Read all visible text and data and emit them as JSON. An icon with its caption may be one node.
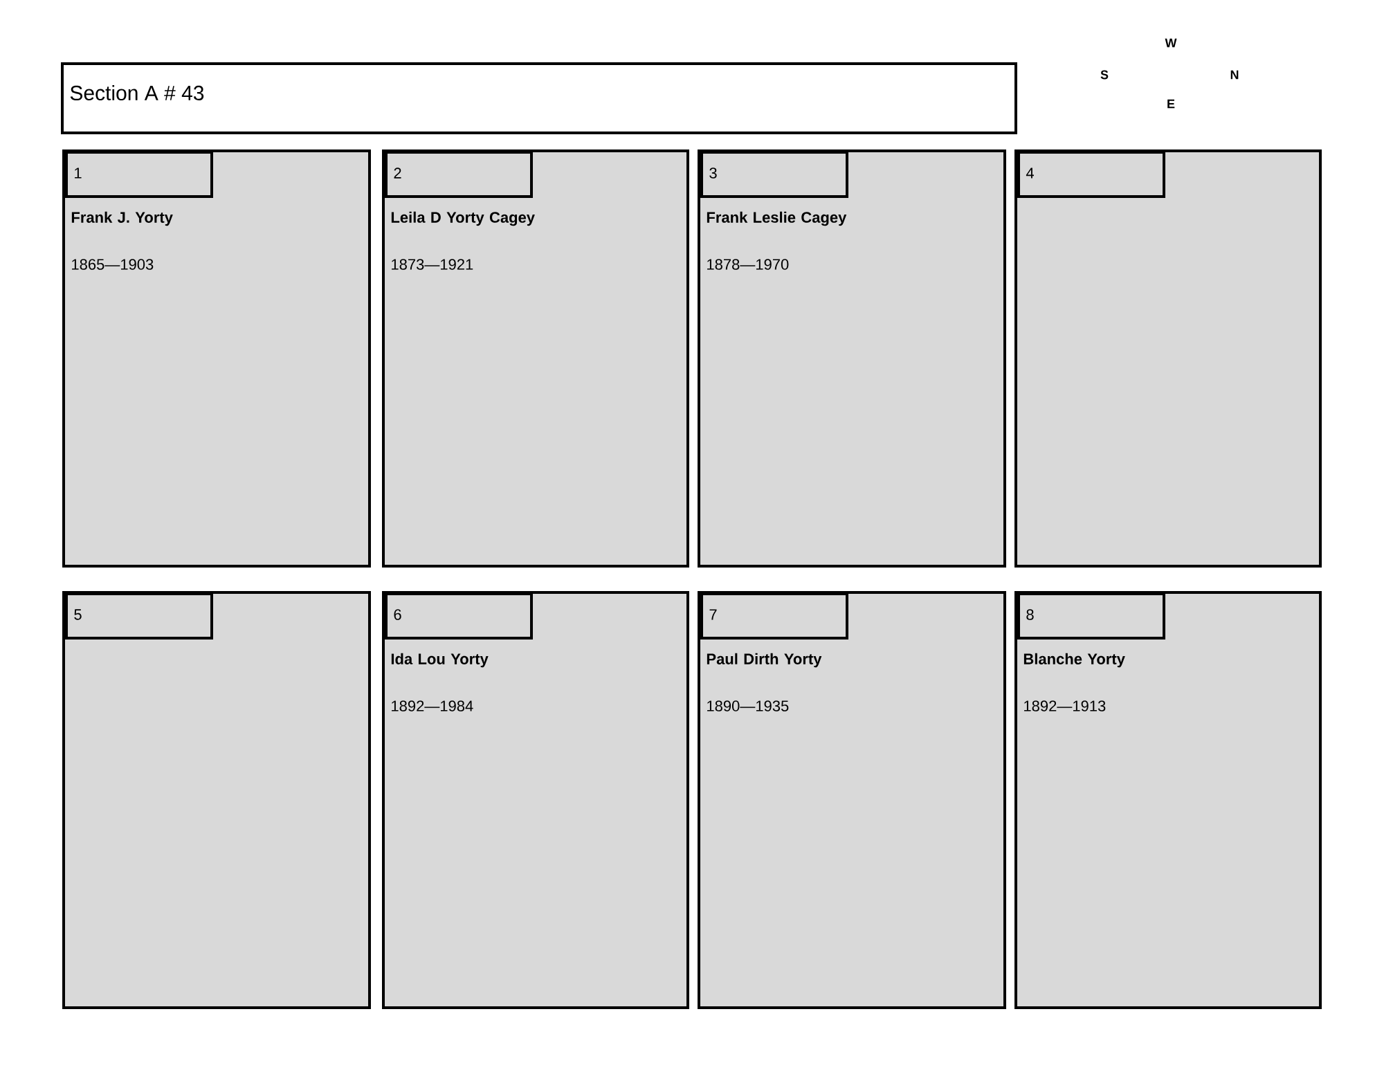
{
  "diagram": {
    "nodes": [
      {
        "text": [
          "Section A # 43"
        ]
      },
      {
        "text": [
          "Frank J. Yorty",
          "1865—1903"
        ]
      },
      {
        "text": [
          "1"
        ],
        "in": 1
      },
      {
        "text": [
          "Leila D Yorty Cagey",
          "1873—1921"
        ]
      },
      {
        "text": [
          "2"
        ],
        "in": 3
      },
      {
        "text": [
          "Frank Leslie Cagey",
          "1878—1970"
        ]
      },
      {
        "text": [
          "3"
        ],
        "in": 5
      },
      {
        "text": [],
        "shape": "box"
      },
      {
        "text": [
          "4"
        ],
        "in": 7
      },
      {
        "text": [],
        "shape": "box"
      },
      {
        "text": [
          "5"
        ],
        "in": 9
      },
      {
        "text": [
          "Ida Lou Yorty",
          "1892—1984"
        ]
      },
      {
        "text": [
          "6"
        ],
        "in": 11
      },
      {
        "text": [
          "Paul Dirth Yorty",
          "1890—1935"
        ]
      },
      {
        "text": [
          "7"
        ],
        "in": 13
      },
      {
        "text": [
          "Blanche Yorty",
          "1892—1913"
        ]
      },
      {
        "text": [
          "8"
        ],
        "in": 15
      }
    ],
    "labels": [
      "W",
      "S",
      "N",
      "E"
    ]
  }
}
